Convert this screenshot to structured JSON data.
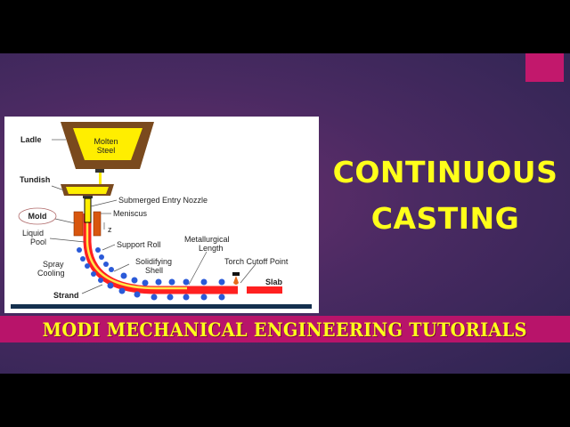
{
  "slide": {
    "title_line1": "CONTINUOUS",
    "title_line2": "CASTING",
    "banner": "MODI MECHANICAL ENGINEERING TUTORIALS"
  },
  "diagram": {
    "labels": {
      "ladle": "Ladle",
      "molten1": "Molten",
      "molten2": "Steel",
      "tundish": "Tundish",
      "nozzle": "Submerged Entry Nozzle",
      "meniscus": "Meniscus",
      "z": "z",
      "mold": "Mold",
      "liquid1": "Liquid",
      "liquid2": "Pool",
      "support": "Support Roll",
      "metal1": "Metallurgical",
      "metal2": "Length",
      "solid1": "Solidifying",
      "solid2": "Shell",
      "torch": "Torch Cutoff Point",
      "spray1": "Spray",
      "spray2": "Cooling",
      "slab": "Slab",
      "strand": "Strand"
    }
  },
  "colors": {
    "accent": "#c2186c",
    "title": "#ffff1a",
    "steel": "#ff2020",
    "roll": "#2a5ad8",
    "refractory": "#7a4a1e"
  }
}
